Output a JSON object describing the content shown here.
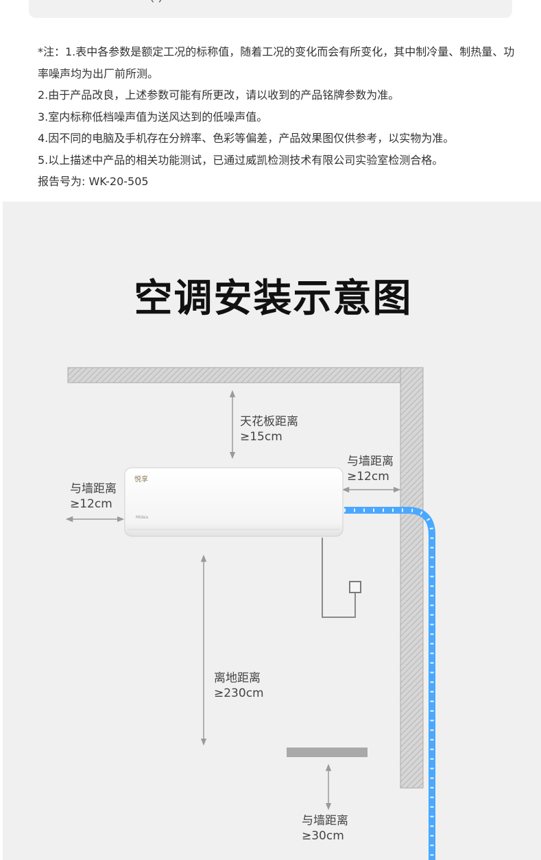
{
  "top_card": {
    "partial_text": "（ ）"
  },
  "notes": [
    "*注：1.表中各参数是额定工况的标称值，随着工况的变化而会有所变化，其中制冷量、制热量、功率噪声均为出厂前所测。",
    "2.由于产品改良，上述参数可能有所更改，请以收到的产品铭牌参数为准。",
    "3.室内标称低档噪声值为送风达到的低噪声值。",
    "4.因不同的电脑及手机存在分辨率、色彩等偏差，产品效果图仅供参考，以实物为准。",
    "5.以上描述中产品的相关功能测试，已通过威凯检测技术有限公司实验室检测合格。",
    "报告号为: WK-20-505"
  ],
  "diagram": {
    "title": "空调安装示意图",
    "ceiling": {
      "label": "天花板距离",
      "value": "≥15cm"
    },
    "right_wall": {
      "label": "与墙距离",
      "value": "≥12cm"
    },
    "left_wall": {
      "label": "与墙距离",
      "value": "≥12cm"
    },
    "floor": {
      "label": "离地距离",
      "value": "≥230cm"
    },
    "front": {
      "label": "与墙距离",
      "value": "≥30cm"
    },
    "colors": {
      "pipe": "#4aa8ff",
      "wall": "#bdbdbd",
      "unit": "#fafafa",
      "arrow": "#9a9a9a"
    }
  }
}
